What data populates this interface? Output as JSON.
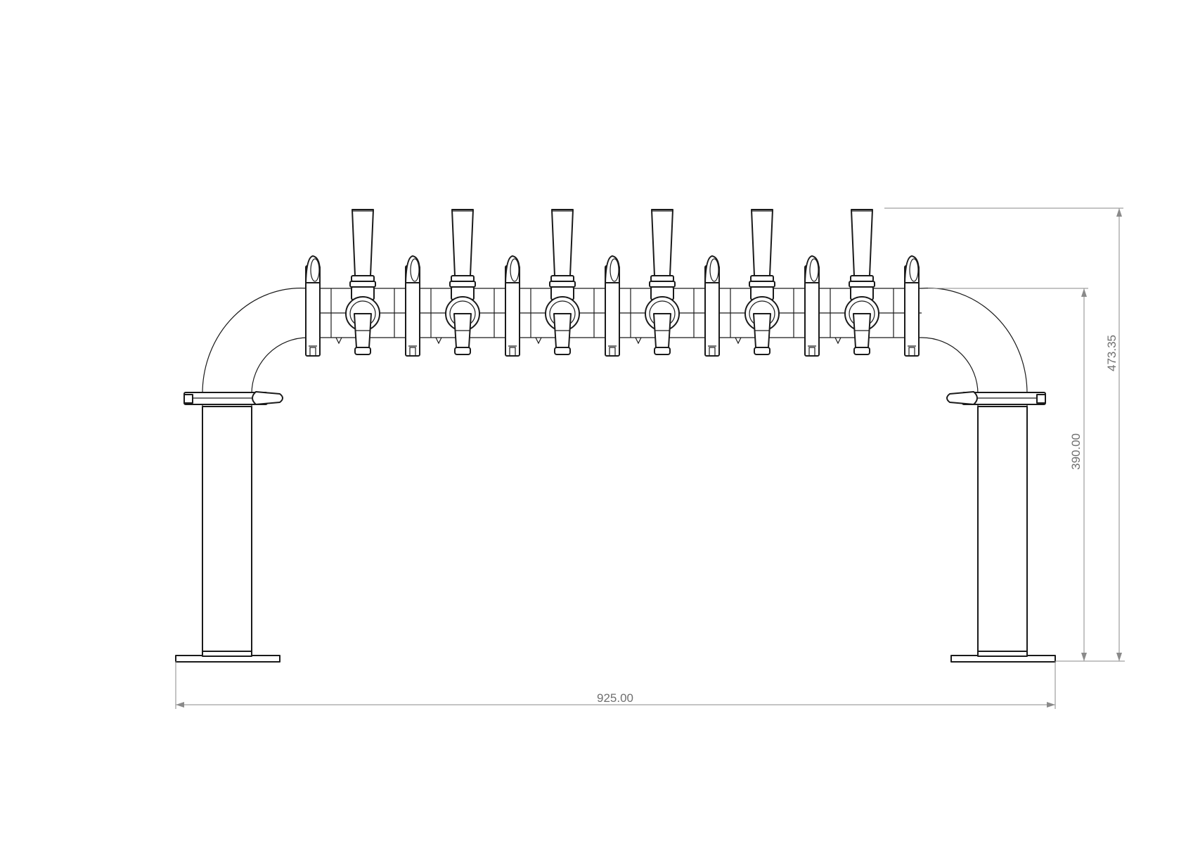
{
  "drawing": {
    "tap_count": 6,
    "colors": {
      "outline": "#1a1a1a",
      "dimension": "#8a8a8a",
      "dimension_text": "#6f6f6f",
      "background": "#ffffff"
    }
  },
  "dimensions": {
    "width_label": "925.00",
    "height_total_label": "473.35",
    "height_column_label": "390.00"
  }
}
